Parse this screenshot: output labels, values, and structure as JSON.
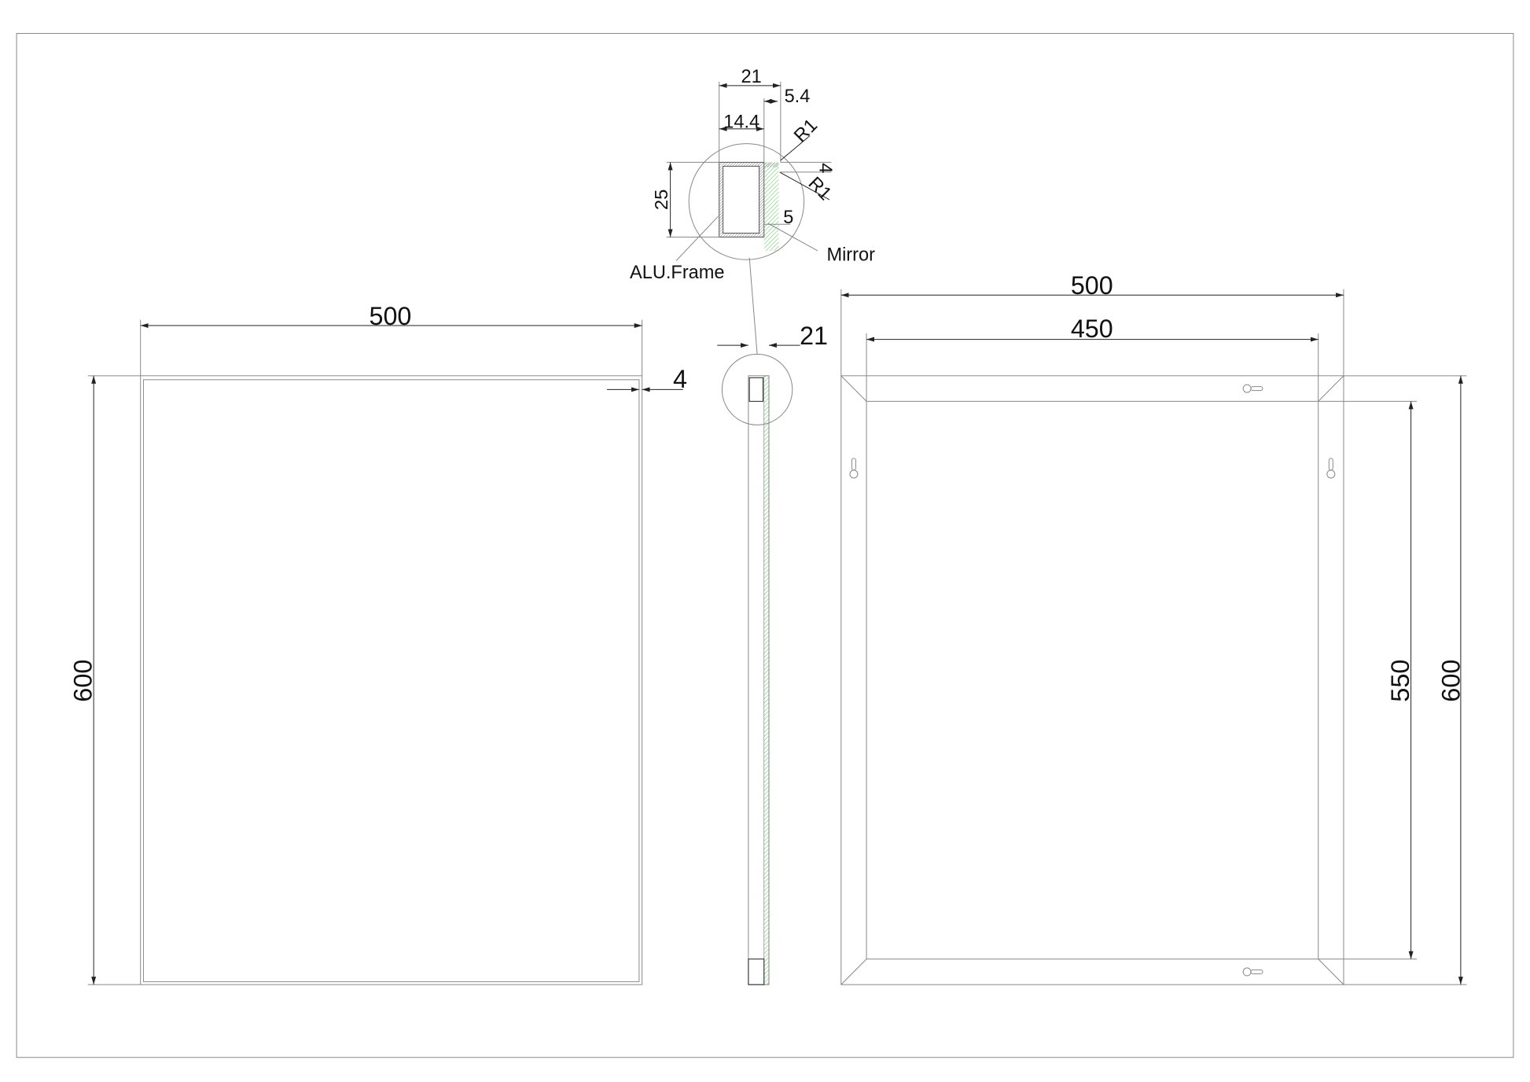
{
  "front_view": {
    "width_label": "500",
    "height_label": "600",
    "frame_label": "4"
  },
  "side_view": {
    "depth_label": "21"
  },
  "detail": {
    "total_depth": "21",
    "mirror_offset": "5.4",
    "frame_depth": "14.4",
    "height": "25",
    "radius_top": "R1",
    "radius_bottom": "R1",
    "lip": "4",
    "mirror_thickness": "5",
    "frame_callout": "ALU.Frame",
    "mirror_callout": "Mirror"
  },
  "back_view": {
    "outer_width_label": "500",
    "inner_width_label": "450",
    "inner_height_label": "550",
    "outer_height_label": "600"
  },
  "colors": {
    "mirror": "#9be39b",
    "line": "#888888"
  }
}
